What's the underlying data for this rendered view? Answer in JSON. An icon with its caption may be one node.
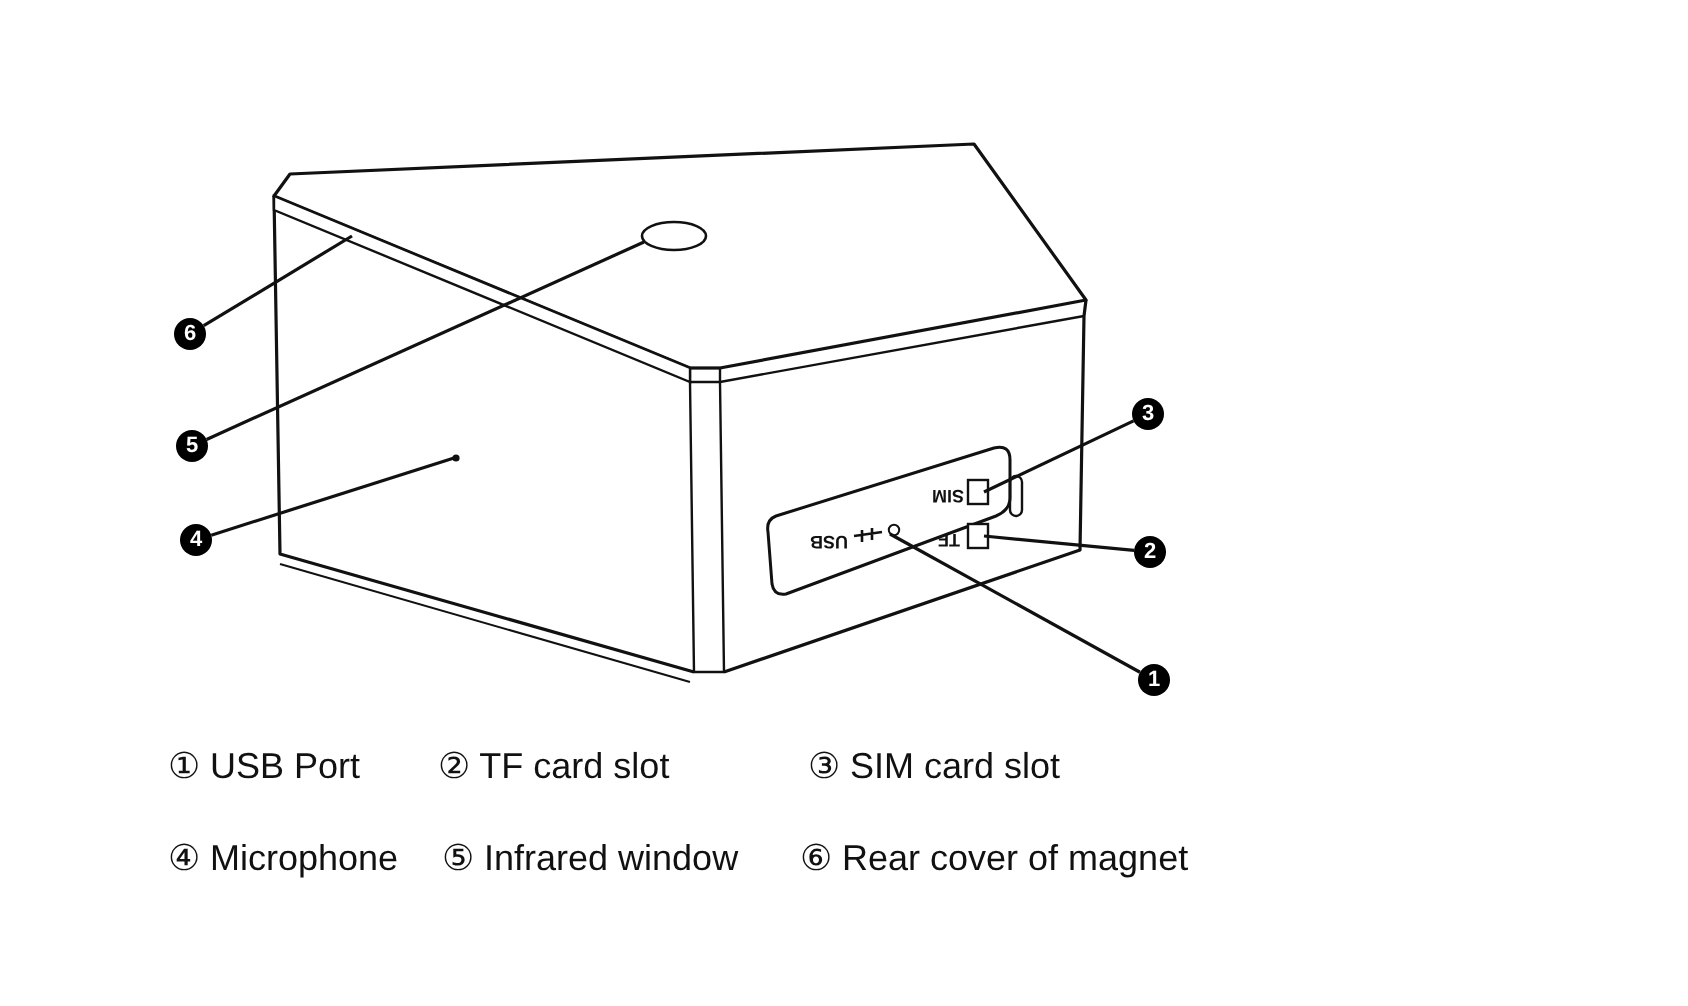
{
  "diagram": {
    "nodes": [
      {
        "text": [
          "6"
        ]
      },
      {
        "text": [
          "5"
        ]
      },
      {
        "text": [
          "4"
        ]
      },
      {
        "text": [
          "3"
        ]
      },
      {
        "text": [
          "2"
        ]
      },
      {
        "text": [
          "1"
        ]
      },
      {
        "text": [],
        "shape": "bar"
      },
      {
        "text": [],
        "shape": "circle"
      },
      {
        "text": [],
        "shape": "circle"
      },
      {
        "text": [],
        "shape": "box"
      },
      {
        "text": [],
        "shape": "box"
      },
      {
        "text": [],
        "shape": "circle"
      }
    ],
    "edges": [
      {
        "from": 0,
        "to": 6,
        "arrow": "none"
      },
      {
        "from": 1,
        "to": 7,
        "arrow": "none"
      },
      {
        "from": 2,
        "to": 8,
        "arrow": "none"
      },
      {
        "from": 3,
        "to": 9,
        "arrow": "none"
      },
      {
        "from": 4,
        "to": 10,
        "arrow": "none"
      },
      {
        "from": 5,
        "to": 11,
        "arrow": "none"
      }
    ],
    "labels": [
      "SIM",
      "USB",
      "TF",
      "① USB Port",
      "② TF card slot",
      "③ SIM card slot",
      "④ Microphone",
      "⑤ Infrared window",
      "⑥ Rear cover of magnet"
    ]
  }
}
